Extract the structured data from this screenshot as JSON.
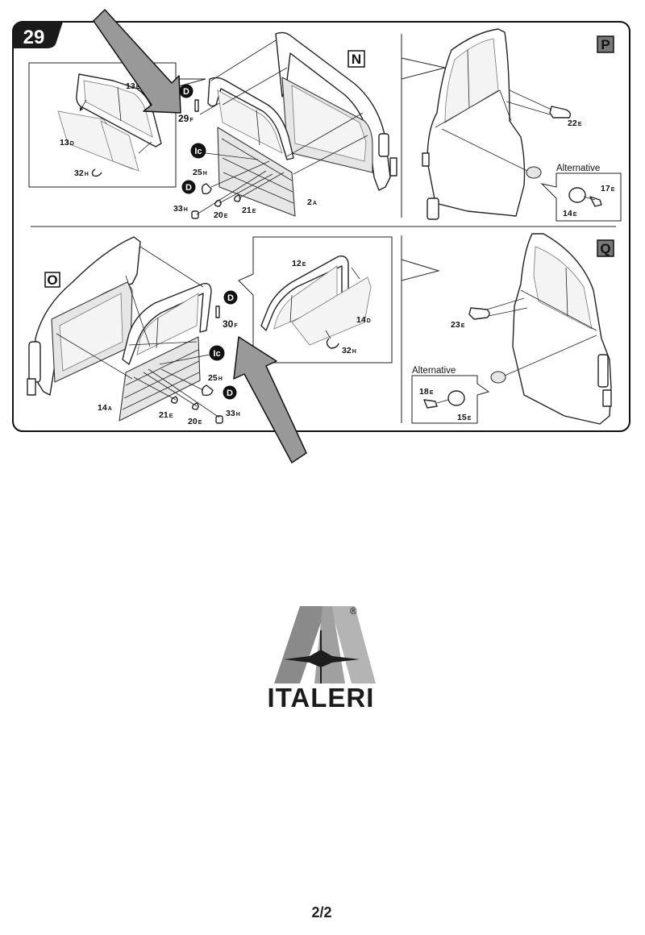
{
  "step": {
    "number": "29"
  },
  "subassemblies": {
    "N": {
      "letter": "N",
      "badges": [
        {
          "code": "D"
        },
        {
          "code": "Ic"
        },
        {
          "code": "D"
        }
      ],
      "parts": [
        {
          "num": "13",
          "sfx": "E"
        },
        {
          "num": "13",
          "sfx": "D"
        },
        {
          "num": "32",
          "sfx": "H"
        },
        {
          "num": "29",
          "sfx": "F"
        },
        {
          "num": "25",
          "sfx": "H"
        },
        {
          "num": "33",
          "sfx": "H"
        },
        {
          "num": "20",
          "sfx": "E"
        },
        {
          "num": "21",
          "sfx": "E"
        },
        {
          "num": "2",
          "sfx": "A"
        }
      ]
    },
    "P": {
      "letter": "P",
      "parts": [
        {
          "num": "22",
          "sfx": "E"
        },
        {
          "num": "17",
          "sfx": "E"
        },
        {
          "num": "14",
          "sfx": "E"
        }
      ],
      "alternative_label": "Alternative"
    },
    "O": {
      "letter": "O",
      "badges": [
        {
          "code": "D"
        },
        {
          "code": "Ic"
        },
        {
          "code": "D"
        }
      ],
      "parts": [
        {
          "num": "12",
          "sfx": "E"
        },
        {
          "num": "14",
          "sfx": "D"
        },
        {
          "num": "32",
          "sfx": "H"
        },
        {
          "num": "30",
          "sfx": "F"
        },
        {
          "num": "25",
          "sfx": "H"
        },
        {
          "num": "14",
          "sfx": "A"
        },
        {
          "num": "21",
          "sfx": "E"
        },
        {
          "num": "20",
          "sfx": "E"
        },
        {
          "num": "33",
          "sfx": "H"
        }
      ]
    },
    "Q": {
      "letter": "Q",
      "parts": [
        {
          "num": "23",
          "sfx": "E"
        },
        {
          "num": "18",
          "sfx": "E"
        },
        {
          "num": "15",
          "sfx": "E"
        }
      ],
      "alternative_label": "Alternative"
    }
  },
  "logo": {
    "word": "ITALERI",
    "registered": "®"
  },
  "page_number": "2/2"
}
